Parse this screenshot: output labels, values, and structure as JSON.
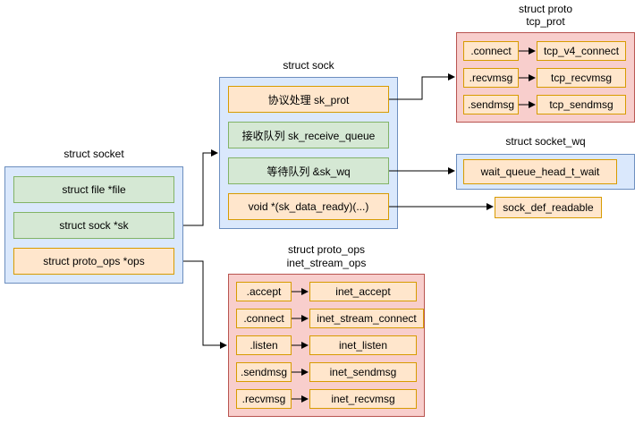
{
  "socket": {
    "title": "struct socket",
    "fields": [
      "struct file *file",
      "struct sock *sk",
      "struct proto_ops *ops"
    ]
  },
  "sock": {
    "title": "struct sock",
    "fields": [
      "协议处理 sk_prot",
      "接收队列 sk_receive_queue",
      "等待队列 &sk_wq",
      "void *(sk_data_ready)(...)"
    ]
  },
  "proto": {
    "title_line1": "struct proto",
    "title_line2": "tcp_prot",
    "rows": [
      {
        "field": ".connect",
        "func": "tcp_v4_connect"
      },
      {
        "field": ".recvmsg",
        "func": "tcp_recvmsg"
      },
      {
        "field": ".sendmsg",
        "func": "tcp_sendmsg"
      }
    ]
  },
  "socket_wq": {
    "title": "struct socket_wq",
    "field": "wait_queue_head_t_wait"
  },
  "data_ready": {
    "func": "sock_def_readable"
  },
  "proto_ops": {
    "title_line1": "struct proto_ops",
    "title_line2": "inet_stream_ops",
    "rows": [
      {
        "field": ".accept",
        "func": "inet_accept"
      },
      {
        "field": ".connect",
        "func": "inet_stream_connect"
      },
      {
        "field": ".listen",
        "func": "inet_listen"
      },
      {
        "field": ".sendmsg",
        "func": "inet_sendmsg"
      },
      {
        "field": ".recvmsg",
        "func": "inet_recvmsg"
      }
    ]
  },
  "colors": {
    "blue_fill": "#dae8fc",
    "blue_stroke": "#6c8ebf",
    "red_fill": "#f8cecc",
    "red_stroke": "#b85450",
    "green_fill": "#d5e8d4",
    "green_stroke": "#82b366",
    "orange_fill": "#ffe6cc",
    "orange_stroke": "#d79b00"
  }
}
